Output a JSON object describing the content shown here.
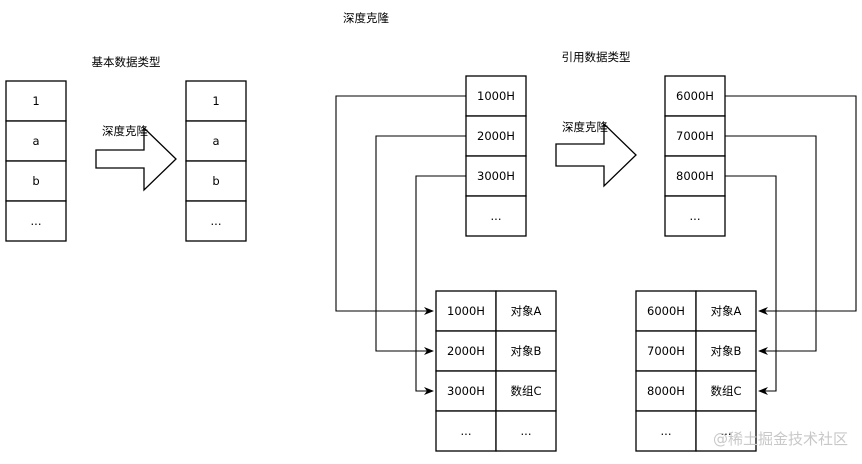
{
  "title": "深度克隆",
  "primitive_section": {
    "label": "基本数据类型",
    "arrow_label": "深度克隆",
    "source_stack": [
      "1",
      "a",
      "b",
      "..."
    ],
    "cloned_stack": [
      "1",
      "a",
      "b",
      "..."
    ]
  },
  "reference_section": {
    "label": "引用数据类型",
    "arrow_label": "深度克隆",
    "source_stack": [
      "1000H",
      "2000H",
      "3000H",
      "..."
    ],
    "source_heap": [
      [
        "1000H",
        "对象A"
      ],
      [
        "2000H",
        "对象B"
      ],
      [
        "3000H",
        "数组C"
      ],
      [
        "...",
        "..."
      ]
    ],
    "cloned_stack": [
      "6000H",
      "7000H",
      "8000H",
      "..."
    ],
    "cloned_heap": [
      [
        "6000H",
        "对象A"
      ],
      [
        "7000H",
        "对象B"
      ],
      [
        "8000H",
        "数组C"
      ],
      [
        "...",
        "..."
      ]
    ]
  },
  "watermark": "@稀土掘金技术社区"
}
